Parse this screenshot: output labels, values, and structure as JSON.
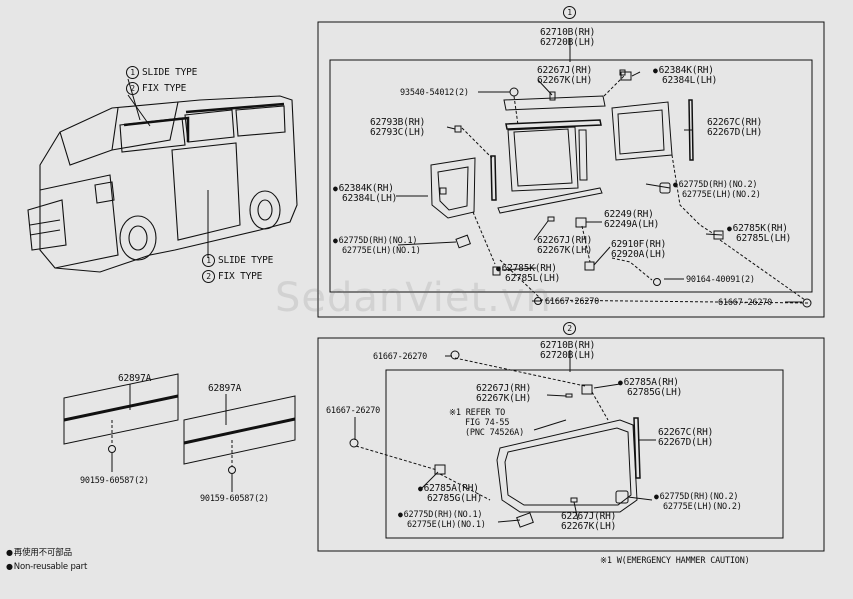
{
  "watermark": "SedanViet.vn",
  "van_legend": {
    "top": [
      "SLIDE TYPE",
      "FIX TYPE"
    ],
    "bottom": [
      "SLIDE TYPE",
      "FIX TYPE"
    ],
    "markers": [
      "1",
      "2"
    ]
  },
  "section1": {
    "marker": "1",
    "header": [
      "62710B(RH)",
      "62720B(LH)"
    ],
    "labels": {
      "a": "93540-54012(2)",
      "b": [
        "62267J(RH)",
        "62267K(LH)"
      ],
      "c": [
        "62384K(RH)",
        "62384L(LH)"
      ],
      "d": [
        "62793B(RH)",
        "62793C(LH)"
      ],
      "e": [
        "62267C(RH)",
        "62267D(LH)"
      ],
      "f": [
        "62384K(RH)",
        "62384L(LH)"
      ],
      "g": [
        "62775D(RH)(NO.2)",
        "62775E(LH)(NO.2)"
      ],
      "h": [
        "62249(RH)",
        "62249A(LH)"
      ],
      "i": [
        "62785K(RH)",
        "62785L(LH)"
      ],
      "j": [
        "62775D(RH)(NO.1)",
        "62775E(LH)(NO.1)"
      ],
      "k": [
        "62267J(RH)",
        "62267K(LH)"
      ],
      "l": [
        "62910F(RH)",
        "62920A(LH)"
      ],
      "m": [
        "62785K(RH)",
        "62785L(LH)"
      ],
      "n": "90164-40091(2)",
      "o": "61667-26270",
      "p": "61667-26270"
    }
  },
  "section2": {
    "marker": "2",
    "header": [
      "62710B(RH)",
      "62720B(LH)"
    ],
    "labels": {
      "a": "61667-26270",
      "b": [
        "62267J(RH)",
        "62267K(LH)"
      ],
      "c": [
        "62785A(RH)",
        "62785G(LH)"
      ],
      "d": "61667-26270",
      "e": [
        "※1 REFER TO",
        "FIG 74-55",
        "(PNC 74526A)"
      ],
      "f": [
        "62267C(RH)",
        "62267D(LH)"
      ],
      "g": [
        "62785A(RH)",
        "62785G(LH)"
      ],
      "h": [
        "62775D(RH)(NO.1)",
        "62775E(LH)(NO.1)"
      ],
      "i": [
        "62267J(RH)",
        "62267K(LH)"
      ],
      "j": [
        "62775D(RH)(NO.2)",
        "62775E(LH)(NO.2)"
      ]
    }
  },
  "left_parts": {
    "a": "62897A",
    "b": "62897A",
    "c": "90159-60587(2)",
    "d": "90159-60587(2)"
  },
  "footer": {
    "legend_cn": "再使用不可部品",
    "legend_en": "Non-reusable part",
    "caution": "※1 W(EMERGENCY HAMMER CAUTION)"
  }
}
